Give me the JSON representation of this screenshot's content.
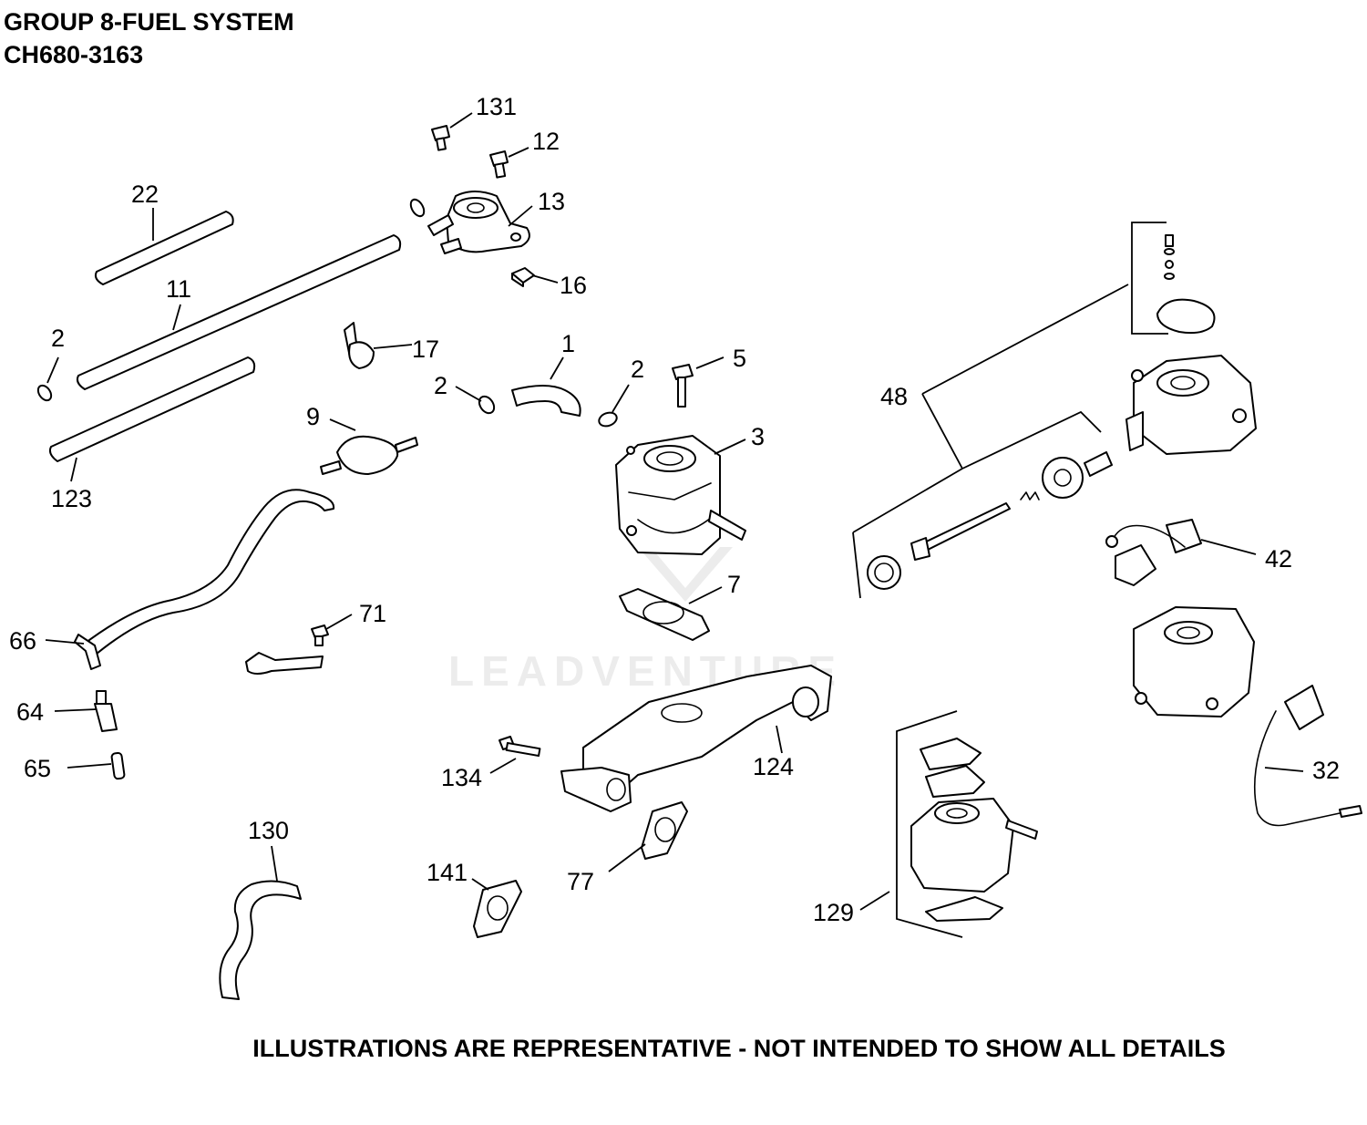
{
  "header": {
    "group_title": "GROUP 8-FUEL SYSTEM",
    "model": "CH680-3163"
  },
  "watermark": "LEADVENTURE",
  "disclaimer": "ILLUSTRATIONS ARE REPRESENTATIVE - NOT INTENDED TO SHOW ALL DETAILS",
  "callouts": {
    "c131": "131",
    "c12": "12",
    "c13": "13",
    "c22": "22",
    "c16": "16",
    "c11": "11",
    "c2a": "2",
    "c17": "17",
    "c1": "1",
    "c2b": "2",
    "c2c": "2",
    "c5": "5",
    "c48": "48",
    "c9": "9",
    "c3": "3",
    "c123": "123",
    "c42": "42",
    "c7": "7",
    "c66": "66",
    "c71": "71",
    "c64": "64",
    "c124": "124",
    "c134": "134",
    "c65": "65",
    "c32": "32",
    "c130": "130",
    "c141": "141",
    "c77": "77",
    "c129": "129"
  }
}
